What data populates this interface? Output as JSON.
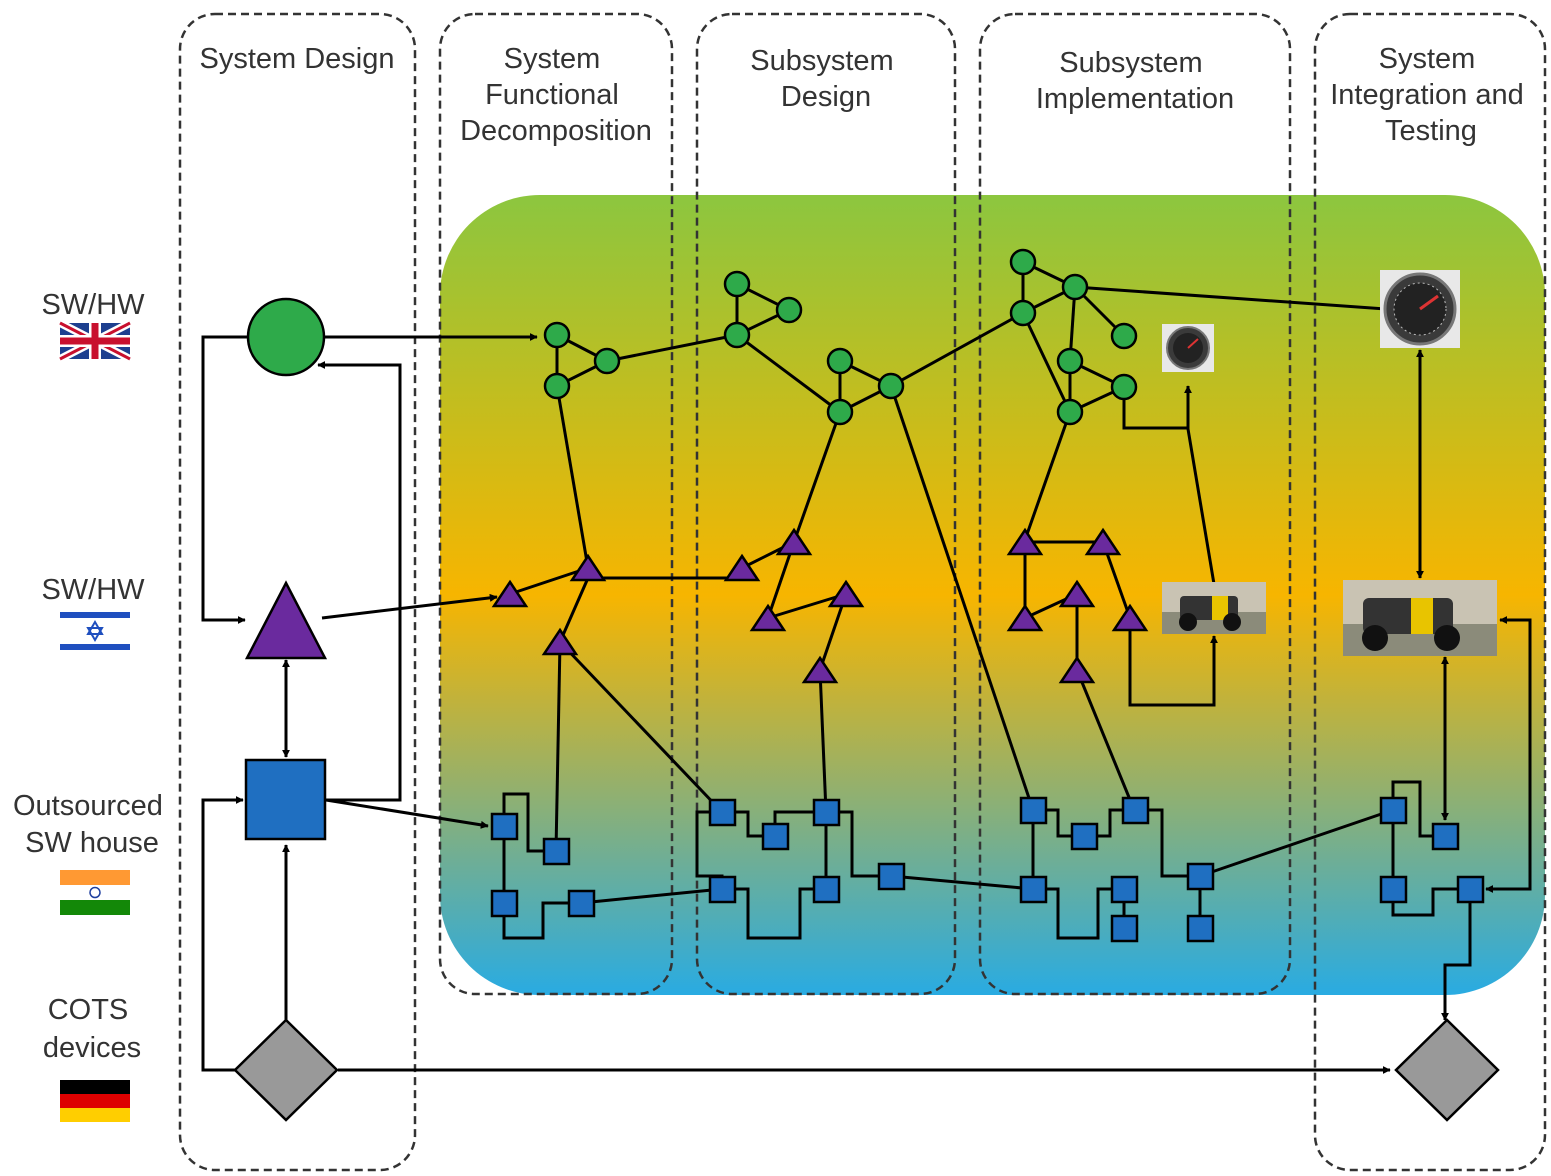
{
  "columns": [
    {
      "title_lines": [
        "System Design"
      ]
    },
    {
      "title_lines": [
        "System",
        "Functional",
        "Decomposition"
      ]
    },
    {
      "title_lines": [
        "Subsystem",
        "Design"
      ]
    },
    {
      "title_lines": [
        "Subsystem",
        "Implementation"
      ]
    },
    {
      "title_lines": [
        "System",
        "Integration and",
        "Testing"
      ]
    }
  ],
  "rows": [
    {
      "label_lines": [
        "SW/HW"
      ],
      "flag": "uk-flag-icon"
    },
    {
      "label_lines": [
        "SW/HW"
      ],
      "flag": "israel-flag-icon"
    },
    {
      "label_lines": [
        "Outsourced",
        "SW house"
      ],
      "flag": "india-flag-icon"
    },
    {
      "label_lines": [
        "COTS",
        "devices"
      ],
      "flag": "germany-flag-icon"
    }
  ],
  "legend_shapes": [
    {
      "shape": "circle",
      "color": "#2eaa4a"
    },
    {
      "shape": "triangle",
      "color": "#6a2a9e"
    },
    {
      "shape": "square",
      "color": "#1f6fc1"
    },
    {
      "shape": "diamond",
      "color": "#999999"
    }
  ],
  "colors": {
    "gradient_top": "#8cc63f",
    "gradient_middle": "#f7b500",
    "gradient_bottom": "#29abe2",
    "node_circle": "#2eaa4a",
    "node_triangle": "#6a2a9e",
    "node_square": "#1f6fc1",
    "node_diamond": "#999999"
  },
  "images": [
    {
      "name": "gauge-icon",
      "description": "instrument gauge"
    },
    {
      "name": "vehicle-photo",
      "description": "rover vehicle"
    }
  ]
}
